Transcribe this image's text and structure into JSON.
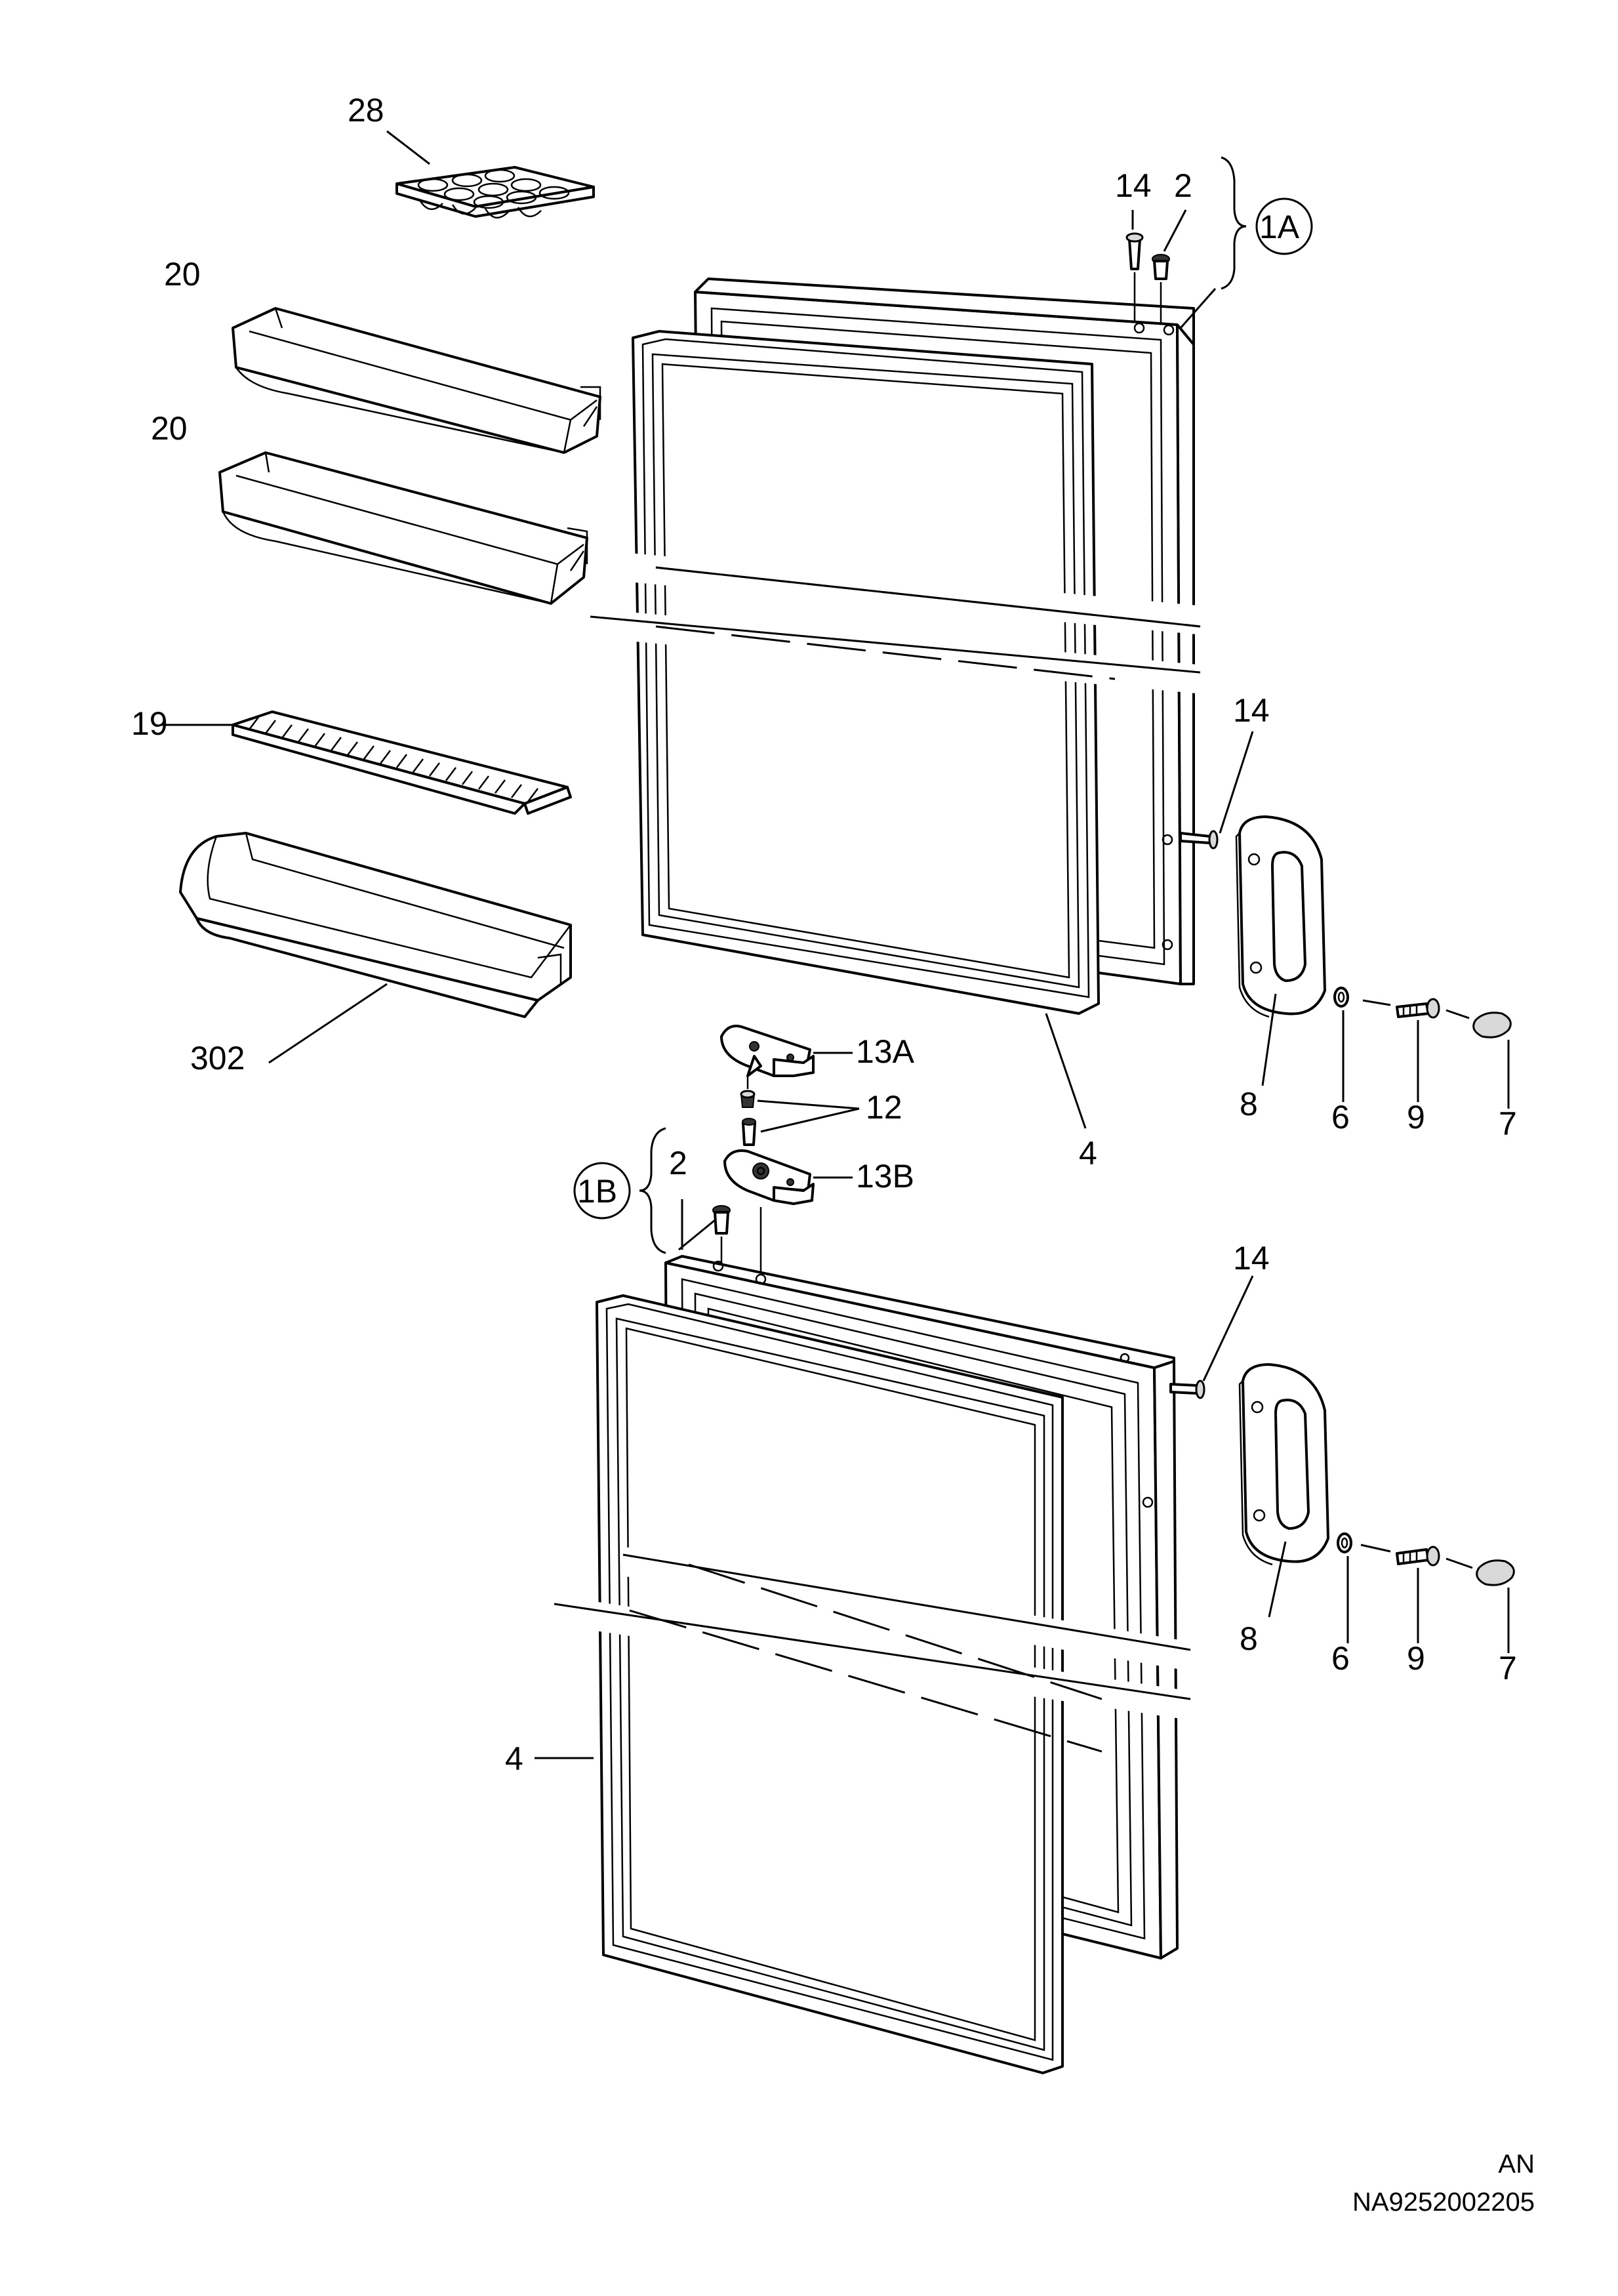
{
  "labels": {
    "p28": "28",
    "p20a": "20",
    "p20b": "20",
    "p19": "19",
    "p302": "302",
    "p14a": "14",
    "p2a": "2",
    "p1A": "1A",
    "p14b": "14",
    "p13A": "13A",
    "p12": "12",
    "p13B": "13B",
    "p4a": "4",
    "p8a": "8",
    "p6a": "6",
    "p9a": "9",
    "p7a": "7",
    "p1B": "1B",
    "p2b": "2",
    "p14c": "14",
    "p8b": "8",
    "p6b": "6",
    "p9b": "9",
    "p7b": "7",
    "p4b": "4"
  },
  "footer": {
    "code": "AN",
    "drawing_number": "NA9252002205"
  }
}
